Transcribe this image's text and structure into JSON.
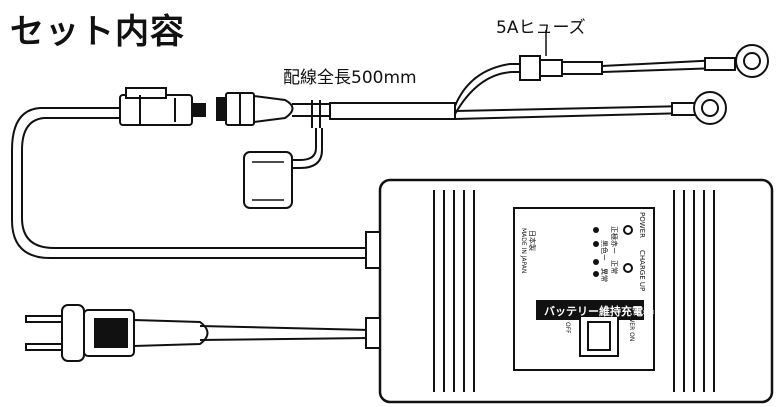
{
  "heading": "セット内容",
  "labels": {
    "fuse": "5Aヒューズ",
    "cord_length": "配線全長500mm"
  },
  "charger": {
    "panel_title": "バッテリー維持充電器",
    "power_label": "POWER",
    "power_status": [
      "正極赤ー",
      "黒色ー"
    ],
    "charge_up_label": "CHARGE UP",
    "charge_status": [
      "正常",
      "異常"
    ],
    "made_in": [
      "日本製",
      "MADE IN JAPAN"
    ],
    "switch_on_label": "POWER ON",
    "switch_off_label": "OFF"
  }
}
